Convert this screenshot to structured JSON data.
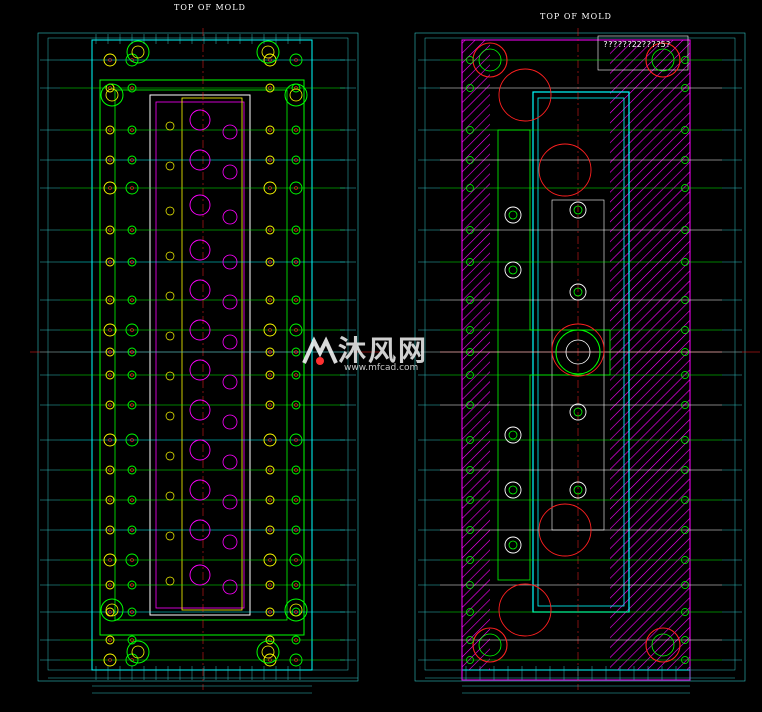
{
  "left_view": {
    "title": "TOP OF MOLD"
  },
  "right_view": {
    "title": "TOP OF MOLD",
    "note": "??????22????5?"
  },
  "watermark": {
    "brand": "沐风网",
    "url": "www.mfcad.com"
  },
  "colors": {
    "background": "#000000",
    "green": "#00ff00",
    "cyan": "#00ffff",
    "magenta": "#ff00ff",
    "red": "#ff2020",
    "yellow": "#ffff00",
    "white": "#ffffff",
    "dim": "#30c0c0"
  }
}
